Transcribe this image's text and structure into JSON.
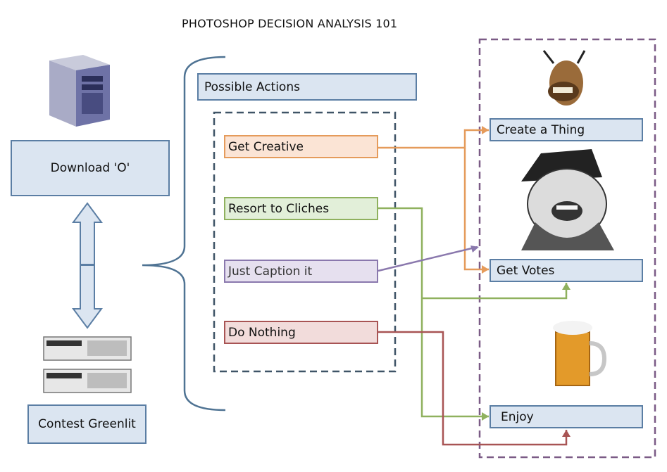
{
  "title": "PHOTOSHOP DECISION ANALYSIS 101",
  "left": {
    "download_label": "Download 'O'",
    "contest_label": "Contest Greenlit"
  },
  "middle": {
    "header": "Possible Actions",
    "actions": [
      "Get Creative",
      "Resort to Cliches",
      "Just Caption it",
      "Do Nothing"
    ]
  },
  "outcomes": [
    "Create a Thing",
    "Get Votes",
    "Enjoy"
  ],
  "colors": {
    "creative": "#e59b5b",
    "cliches": "#8fb15e",
    "caption": "#8a78ad",
    "nothing": "#a85454",
    "box_border": "#5b7ea4",
    "dashed_inner": "#3f5467",
    "dashed_outer": "#7b5b86"
  },
  "icons": [
    "server-tower-icon",
    "desktop-computer-icon",
    "camel-face-image",
    "laughing-man-image",
    "beer-mug-icon"
  ]
}
